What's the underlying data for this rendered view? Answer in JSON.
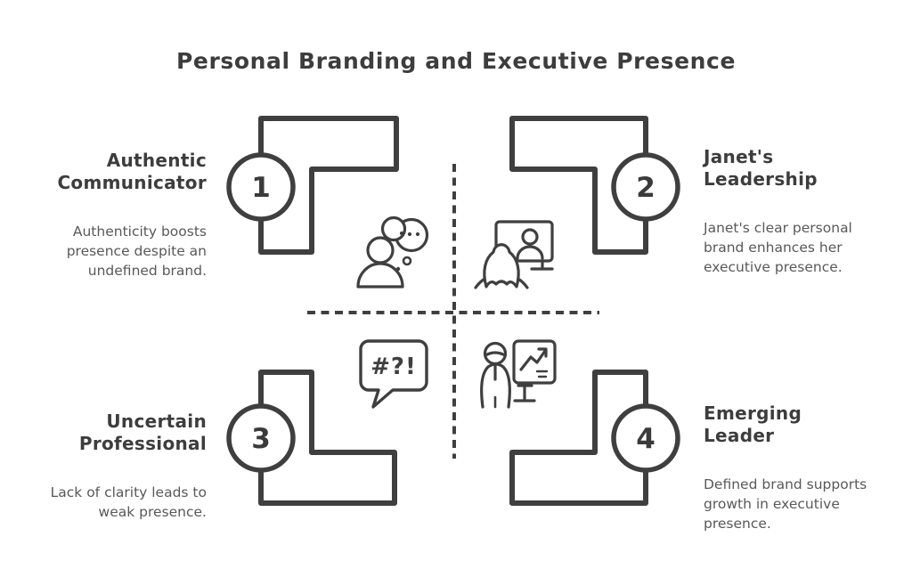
{
  "title": "Personal Branding and Executive Presence",
  "colors": {
    "ink": "#3f3f3f",
    "heading_text": "#3d3d3d",
    "body_text": "#595959",
    "background": "#ffffff"
  },
  "quadrants": [
    {
      "number": "1",
      "heading": "Authentic\nCommunicator",
      "description": "Authenticity boosts\npresence despite an\nundefined brand.",
      "icon": "person-thinking-icon"
    },
    {
      "number": "2",
      "heading": "Janet's\nLeadership",
      "description": "Janet's clear personal\nbrand enhances her\nexecutive presence.",
      "icon": "person-on-video-screen-icon"
    },
    {
      "number": "3",
      "heading": "Uncertain\nProfessional",
      "description": "Lack of clarity leads to\nweak presence.",
      "icon": "speech-bubble-symbols-icon"
    },
    {
      "number": "4",
      "heading": "Emerging\nLeader",
      "description": "Defined brand supports\ngrowth in executive\npresence.",
      "icon": "presenter-with-chart-icon"
    }
  ],
  "speech_bubble": {
    "text": "#?!"
  }
}
